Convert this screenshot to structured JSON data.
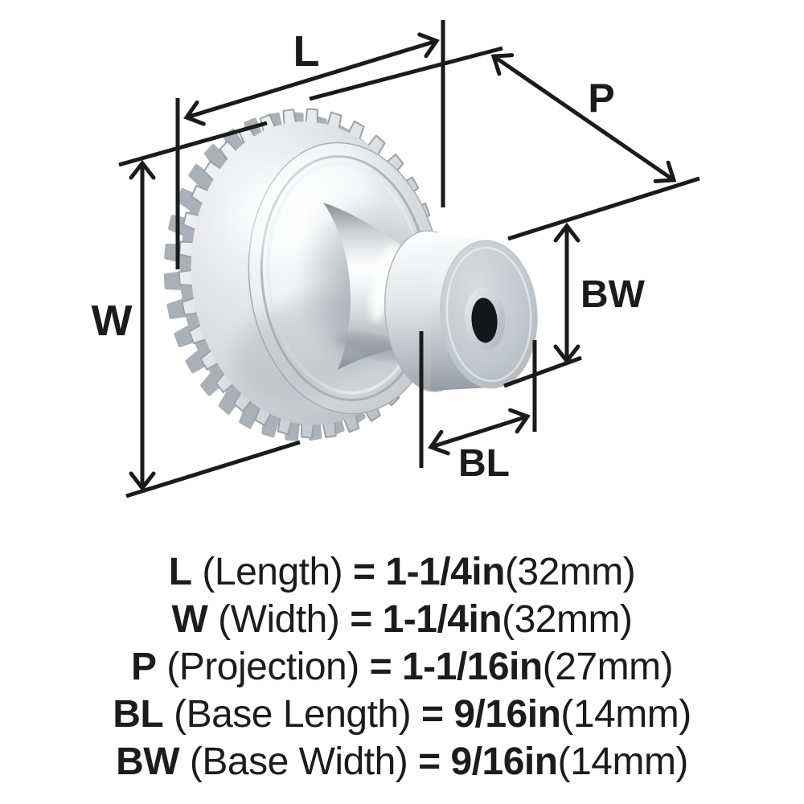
{
  "diagram": {
    "description": "cabinet knob dimension drawing",
    "line_color": "#1b1b1b",
    "metal_color": "#d7dadd",
    "background": "#ffffff",
    "labels": {
      "length": "L",
      "width": "W",
      "projection": "P",
      "base_width": "BW",
      "base_length": "BL"
    }
  },
  "specs": {
    "rows": [
      {
        "label": "L",
        "desc": " (Length) ",
        "eq": "= ",
        "value": "1-1/4in",
        "metric": "(32mm)"
      },
      {
        "label": "W",
        "desc": " (Width) ",
        "eq": "= ",
        "value": "1-1/4in",
        "metric": "(32mm)"
      },
      {
        "label": "P",
        "desc": " (Projection) ",
        "eq": "= ",
        "value": "1-1/16in",
        "metric": "(27mm)"
      },
      {
        "label": "BL",
        "desc": " (Base Length) ",
        "eq": "= ",
        "value": "9/16in",
        "metric": "(14mm)"
      },
      {
        "label": "BW",
        "desc": " (Base Width) ",
        "eq": "= ",
        "value": "9/16in",
        "metric": "(14mm)"
      }
    ]
  }
}
